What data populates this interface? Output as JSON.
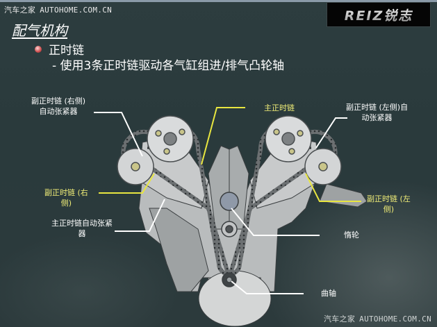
{
  "watermark": {
    "cn": "汽车之家",
    "url": "AUTOHOME.COM.CN"
  },
  "logo": {
    "text": "REIZ锐志"
  },
  "slide": {
    "title": "配气机构",
    "bullet": "正时链",
    "sub_bullet": "- 使用3条正时链驱动各气缸组进/排气凸轮轴"
  },
  "labels": {
    "right_tensioner": "副正时链 (右侧)\n自动张紧器",
    "main_chain": "主正时链",
    "left_tensioner": "副正时链 (左侧)自\n动张紧器",
    "right_sub_chain": "副正时链 (右\n侧)",
    "left_sub_chain": "副正时链 (左\n侧)",
    "main_tensioner": "主正时链自动张紧\n器",
    "idler": "惰轮",
    "crankshaft": "曲轴"
  },
  "colors": {
    "background": "#2c3b3d",
    "label_white": "#ffffff",
    "label_yellow": "#f2ef78",
    "leader_yellow": "#e8e640",
    "logo_bg": "#050505"
  },
  "image": {
    "subject": "V6 engine timing chain diagram"
  }
}
